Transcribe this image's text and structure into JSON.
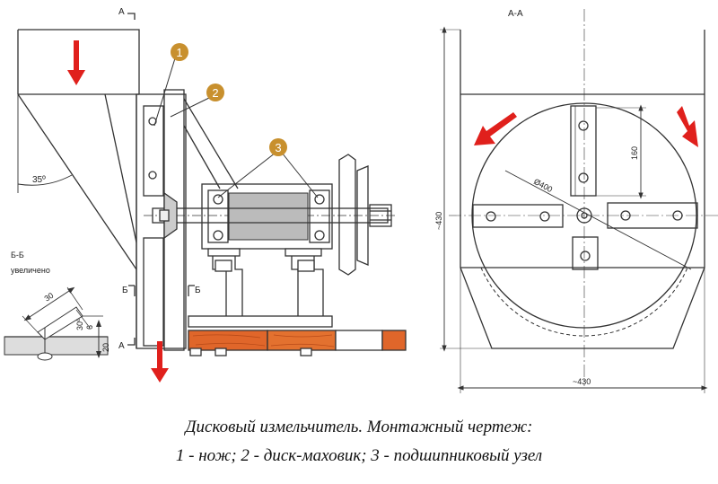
{
  "section_marks": {
    "aa_top": "А",
    "aa_bottom": "А",
    "bb_left": "Б",
    "bb_right": "Б",
    "view_title": "А-А"
  },
  "callouts": [
    "1",
    "2",
    "3"
  ],
  "dimensions": {
    "hopper_angle": "35º",
    "bb_title_line1": "Б-Б",
    "bb_title_line2": "увеличено",
    "knife_len": "30",
    "knife_angle": "30º",
    "knife_gap": "6",
    "knife_height": "20",
    "knife_spacing": "160",
    "disk_diameter": "Ø400",
    "height": "~430",
    "width": "~430"
  },
  "caption": {
    "line1": "Дисковый измельчитель. Монтажный чертеж:",
    "line2": "1 - нож; 2 - диск-маховик; 3 - подшипниковый узел"
  },
  "colors": {
    "line": "#333333",
    "arrow": "#e0201c",
    "callout_fill": "#c8902e",
    "wood": "#e0662a"
  }
}
